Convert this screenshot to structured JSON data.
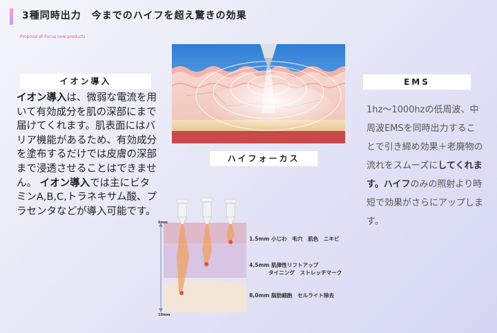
{
  "header": {
    "title": "3種同時出力　今までのハイフを超え驚きの効果",
    "subtitle": "Proposal of Focus new products"
  },
  "ion": {
    "label": "イオン導入",
    "strong1": "イオン導入",
    "text1": "は、微弱な電流を用いて有効成分を肌の深部にまで届けてくれます。肌表面にはバリア機能があるため、有効成分を塗布するだけでは皮膚の深部まで浸透させることはできません。 ",
    "strong2": "イオン導入",
    "text2": "では主にビタミンA,B,C,トラネキサム酸、プラセンタなどが導入可能です。"
  },
  "hifu": {
    "label": "ハイフォーカス",
    "depth_top": "0mm",
    "depth_bottom": "10mm",
    "layers": [
      {
        "depth": "1.5mm",
        "text": "小じわ　毛穴　肌色　ニキビ"
      },
      {
        "depth": "4,5mm",
        "text": "肌弾性リフトアップ",
        "text2": "タイニング　ストレッチマーク"
      },
      {
        "depth": "8,0mm",
        "text": "脂肪細胞　セルライト除去"
      }
    ]
  },
  "ems": {
    "label": "EMS",
    "text1": "1hz～1000hzの低周波、中周波EMSを同時出力することで引き締め効果＋老廃物の流れをスムーズに",
    "strong": "してくれます。ハイフ",
    "text2": "のみの照射より時短で効果がさらにアップします。"
  },
  "colors": {
    "accent_pink": "#ff9ac8",
    "skin_pink": "#f4cbc4",
    "fat_yellow": "#f2dcb0",
    "muscle_red": "#c94a4a"
  }
}
